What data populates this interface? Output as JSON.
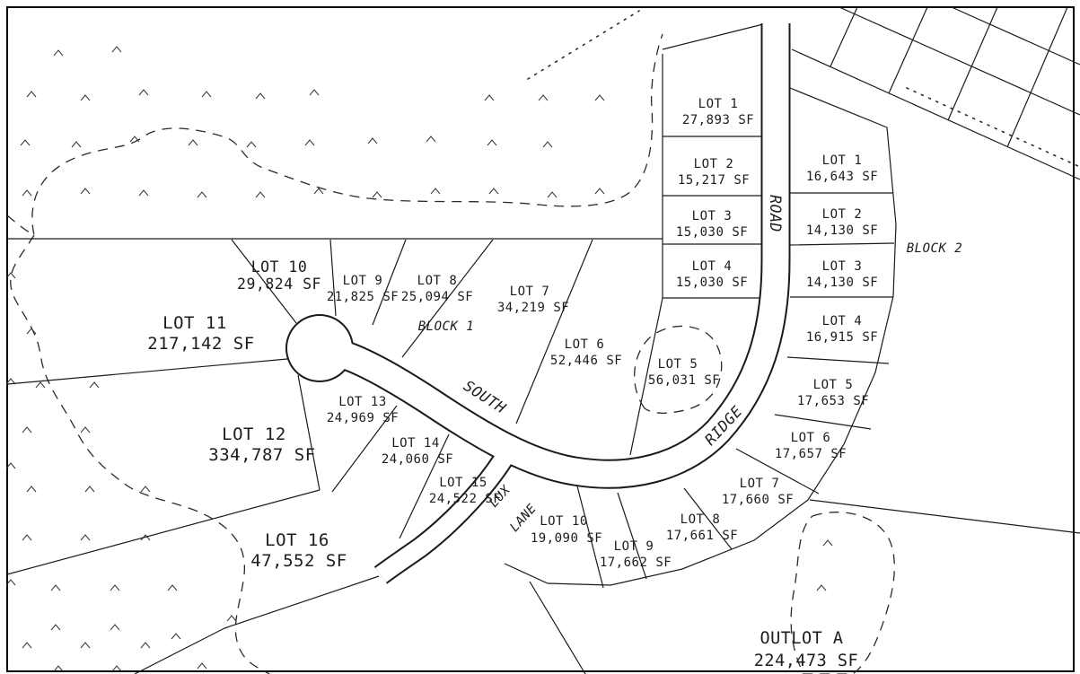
{
  "block1": {
    "label": "BLOCK 1",
    "lots": [
      {
        "name": "LOT 1",
        "area": "27,893 SF"
      },
      {
        "name": "LOT 2",
        "area": "15,217 SF"
      },
      {
        "name": "LOT 3",
        "area": "15,030 SF"
      },
      {
        "name": "LOT 4",
        "area": "15,030 SF"
      },
      {
        "name": "LOT 5",
        "area": "56,031 SF"
      },
      {
        "name": "LOT 6",
        "area": "52,446 SF"
      },
      {
        "name": "LOT 7",
        "area": "34,219 SF"
      },
      {
        "name": "LOT 8",
        "area": "25,094 SF"
      },
      {
        "name": "LOT 9",
        "area": "21,825 SF"
      },
      {
        "name": "LOT 10",
        "area": "29,824 SF"
      },
      {
        "name": "LOT 11",
        "area": "217,142 SF"
      },
      {
        "name": "LOT 12",
        "area": "334,787 SF"
      },
      {
        "name": "LOT 13",
        "area": "24,969 SF"
      },
      {
        "name": "LOT 14",
        "area": "24,060 SF"
      },
      {
        "name": "LOT 15",
        "area": "24,522 SF"
      },
      {
        "name": "LOT 16",
        "area": "47,552 SF"
      }
    ]
  },
  "block2": {
    "label": "BLOCK 2",
    "lots": [
      {
        "name": "LOT 1",
        "area": "16,643 SF"
      },
      {
        "name": "LOT 2",
        "area": "14,130 SF"
      },
      {
        "name": "LOT 3",
        "area": "14,130 SF"
      },
      {
        "name": "LOT 4",
        "area": "16,915 SF"
      },
      {
        "name": "LOT 5",
        "area": "17,653 SF"
      },
      {
        "name": "LOT 6",
        "area": "17,657 SF"
      },
      {
        "name": "LOT 7",
        "area": "17,660 SF"
      },
      {
        "name": "LOT 8",
        "area": "17,661 SF"
      },
      {
        "name": "LOT 9",
        "area": "17,662 SF"
      },
      {
        "name": "LOT 10",
        "area": "19,090 SF"
      }
    ]
  },
  "streets": {
    "south": "SOUTH",
    "ridge": "RIDGE",
    "road": "ROAD",
    "lux": "LUX",
    "lane": "LANE"
  },
  "outlot": {
    "name": "OUTLOT A",
    "area": "224,473 SF"
  }
}
